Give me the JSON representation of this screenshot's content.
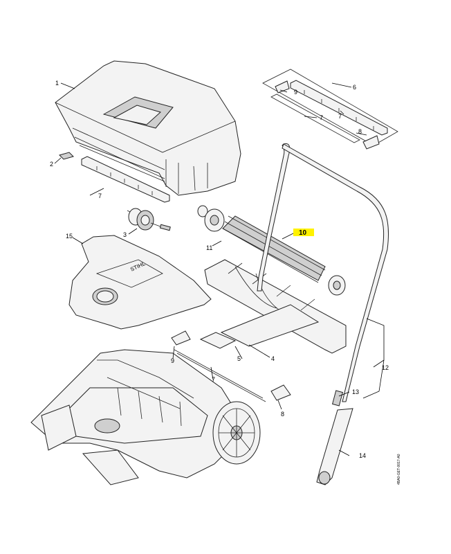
{
  "diagram": {
    "labels": {
      "l1": "1",
      "l2": "2",
      "l3": "3",
      "l4": "4",
      "l5": "5",
      "l6": "6",
      "l7a": "7",
      "l7b": "7",
      "l7c": "7",
      "l7d": "7",
      "l8a": "8",
      "l8b": "8",
      "l9a": "9",
      "l9b": "9",
      "l10": "10",
      "l11": "11",
      "l12": "12",
      "l13": "13",
      "l14": "14",
      "l15": "15"
    },
    "highlight_color": "#fff200",
    "drawing_code": "4BA0-GET-0017-A0"
  }
}
